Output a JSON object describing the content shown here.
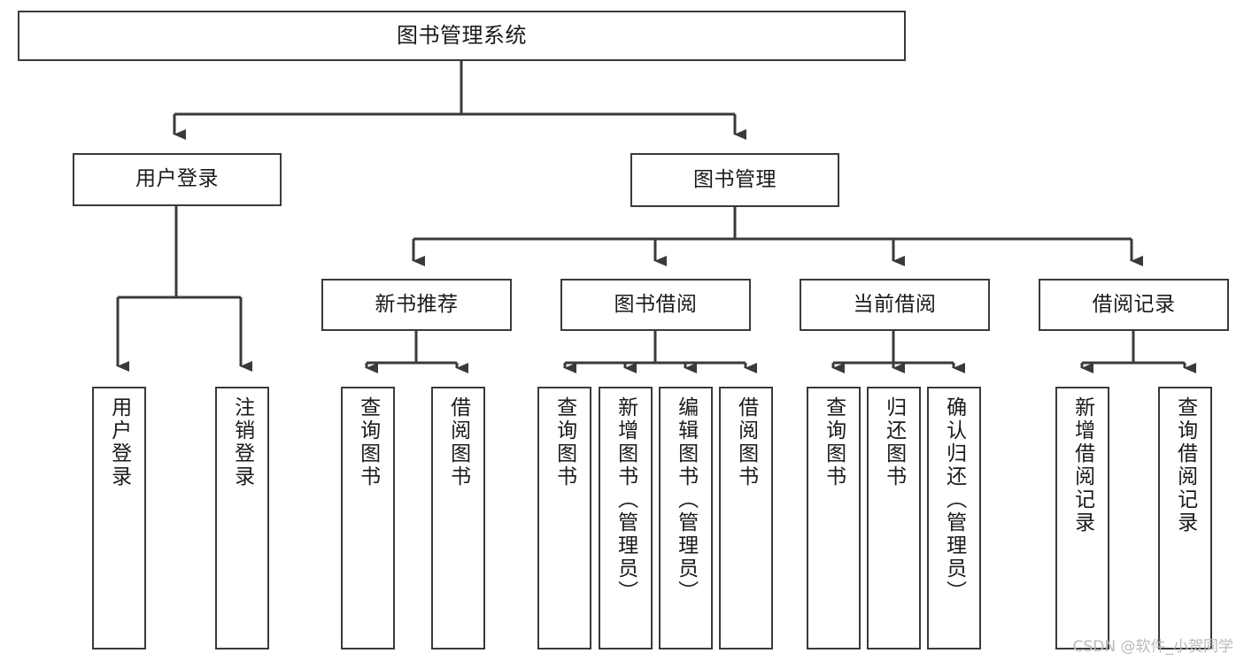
{
  "diagram": {
    "title": "图书管理系统",
    "type": "hierarchy-tree",
    "watermark": "CSDN @软件_小贺同学",
    "colors": {
      "box_stroke": "#3a3a3a",
      "box_fill": "#ffffff",
      "connector": "#3a3a3a",
      "text": "#1a1a1a",
      "watermark": "#b9b9b9",
      "background": "#ffffff"
    },
    "root": {
      "label": "图书管理系统",
      "orientation": "horizontal"
    },
    "level2": [
      {
        "label": "用户登录",
        "orientation": "horizontal"
      },
      {
        "label": "图书管理",
        "orientation": "horizontal"
      }
    ],
    "level3": [
      {
        "label": "新书推荐",
        "orientation": "horizontal",
        "parent": "图书管理"
      },
      {
        "label": "图书借阅",
        "orientation": "horizontal",
        "parent": "图书管理"
      },
      {
        "label": "当前借阅",
        "orientation": "horizontal",
        "parent": "图书管理"
      },
      {
        "label": "借阅记录",
        "orientation": "horizontal",
        "parent": "图书管理"
      }
    ],
    "leaves": {
      "用户登录": [
        {
          "label": "用户登录",
          "orientation": "vertical"
        },
        {
          "label": "注销登录",
          "orientation": "vertical"
        }
      ],
      "新书推荐": [
        {
          "label": "查询图书",
          "orientation": "vertical"
        },
        {
          "label": "借阅图书",
          "orientation": "vertical"
        }
      ],
      "图书借阅": [
        {
          "label": "查询图书",
          "orientation": "vertical"
        },
        {
          "label": "新增图书（管理员）",
          "orientation": "vertical"
        },
        {
          "label": "编辑图书（管理员）",
          "orientation": "vertical"
        },
        {
          "label": "借阅图书",
          "orientation": "vertical"
        }
      ],
      "当前借阅": [
        {
          "label": "查询图书",
          "orientation": "vertical"
        },
        {
          "label": "归还图书",
          "orientation": "vertical"
        },
        {
          "label": "确认归还（管理员）",
          "orientation": "vertical"
        }
      ],
      "借阅记录": [
        {
          "label": "新增借阅记录",
          "orientation": "vertical"
        },
        {
          "label": "查询借阅记录",
          "orientation": "vertical"
        }
      ]
    }
  }
}
